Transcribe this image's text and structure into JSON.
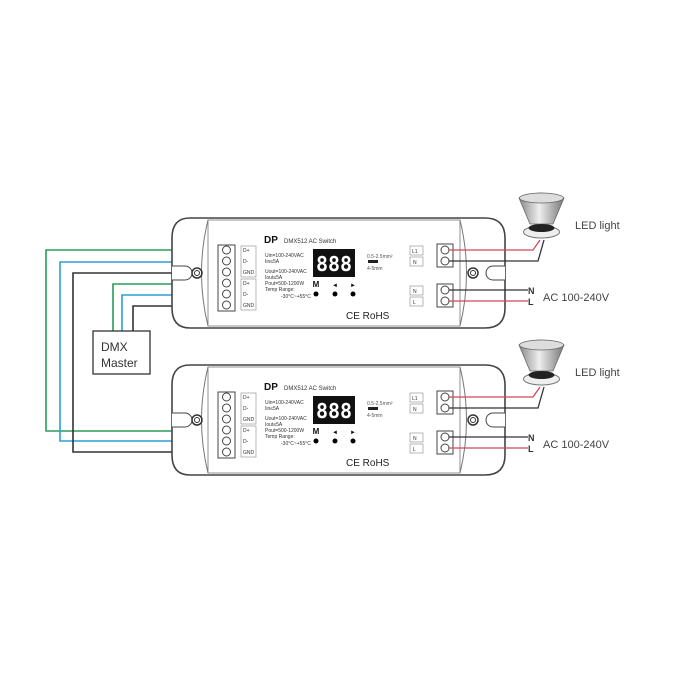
{
  "devices": [
    {
      "brand": "DP",
      "model": "DMX512 AC Switch",
      "terminals_left": [
        "D+",
        "D-",
        "GND",
        "D+",
        "D-",
        "GND"
      ],
      "specs": [
        "Uin=100-240VAC",
        "Iin≤5A",
        "Uout=100-240VAC",
        "Iout≤5A",
        "Pout=500-1200W",
        "Temp Range:",
        "-30°C~+55°C"
      ],
      "display": "888",
      "buttons": [
        "M",
        "◄",
        "►"
      ],
      "wire_spec": [
        "0.5-2.5mm²",
        "4-5mm"
      ],
      "certs": "CE RoHS",
      "terminals_out": [
        "L1",
        "N"
      ],
      "terminals_in": [
        "N",
        "L"
      ]
    },
    {
      "brand": "DP",
      "model": "DMX512 AC Switch",
      "terminals_left": [
        "D+",
        "D-",
        "GND",
        "D+",
        "D-",
        "GND"
      ],
      "specs": [
        "Uin=100-240VAC",
        "Iin≤5A",
        "Uout=100-240VAC",
        "Iout≤5A",
        "Pout=500-1200W",
        "Temp Range:",
        "-30°C~+55°C"
      ],
      "display": "888",
      "buttons": [
        "M",
        "◄",
        "►"
      ],
      "wire_spec": [
        "0.5-2.5mm²",
        "4-5mm"
      ],
      "certs": "CE RoHS",
      "terminals_out": [
        "L1",
        "N"
      ],
      "terminals_in": [
        "N",
        "L"
      ]
    }
  ],
  "dmx_master": {
    "line1": "DMX",
    "line2": "Master"
  },
  "load_label": "LED light",
  "mains": {
    "n": "N",
    "l": "L",
    "label": "AC 100-240V"
  },
  "colors": {
    "green": "#2a9d5a",
    "blue": "#2aa0dc",
    "black": "#333333",
    "red": "#d0485a"
  }
}
